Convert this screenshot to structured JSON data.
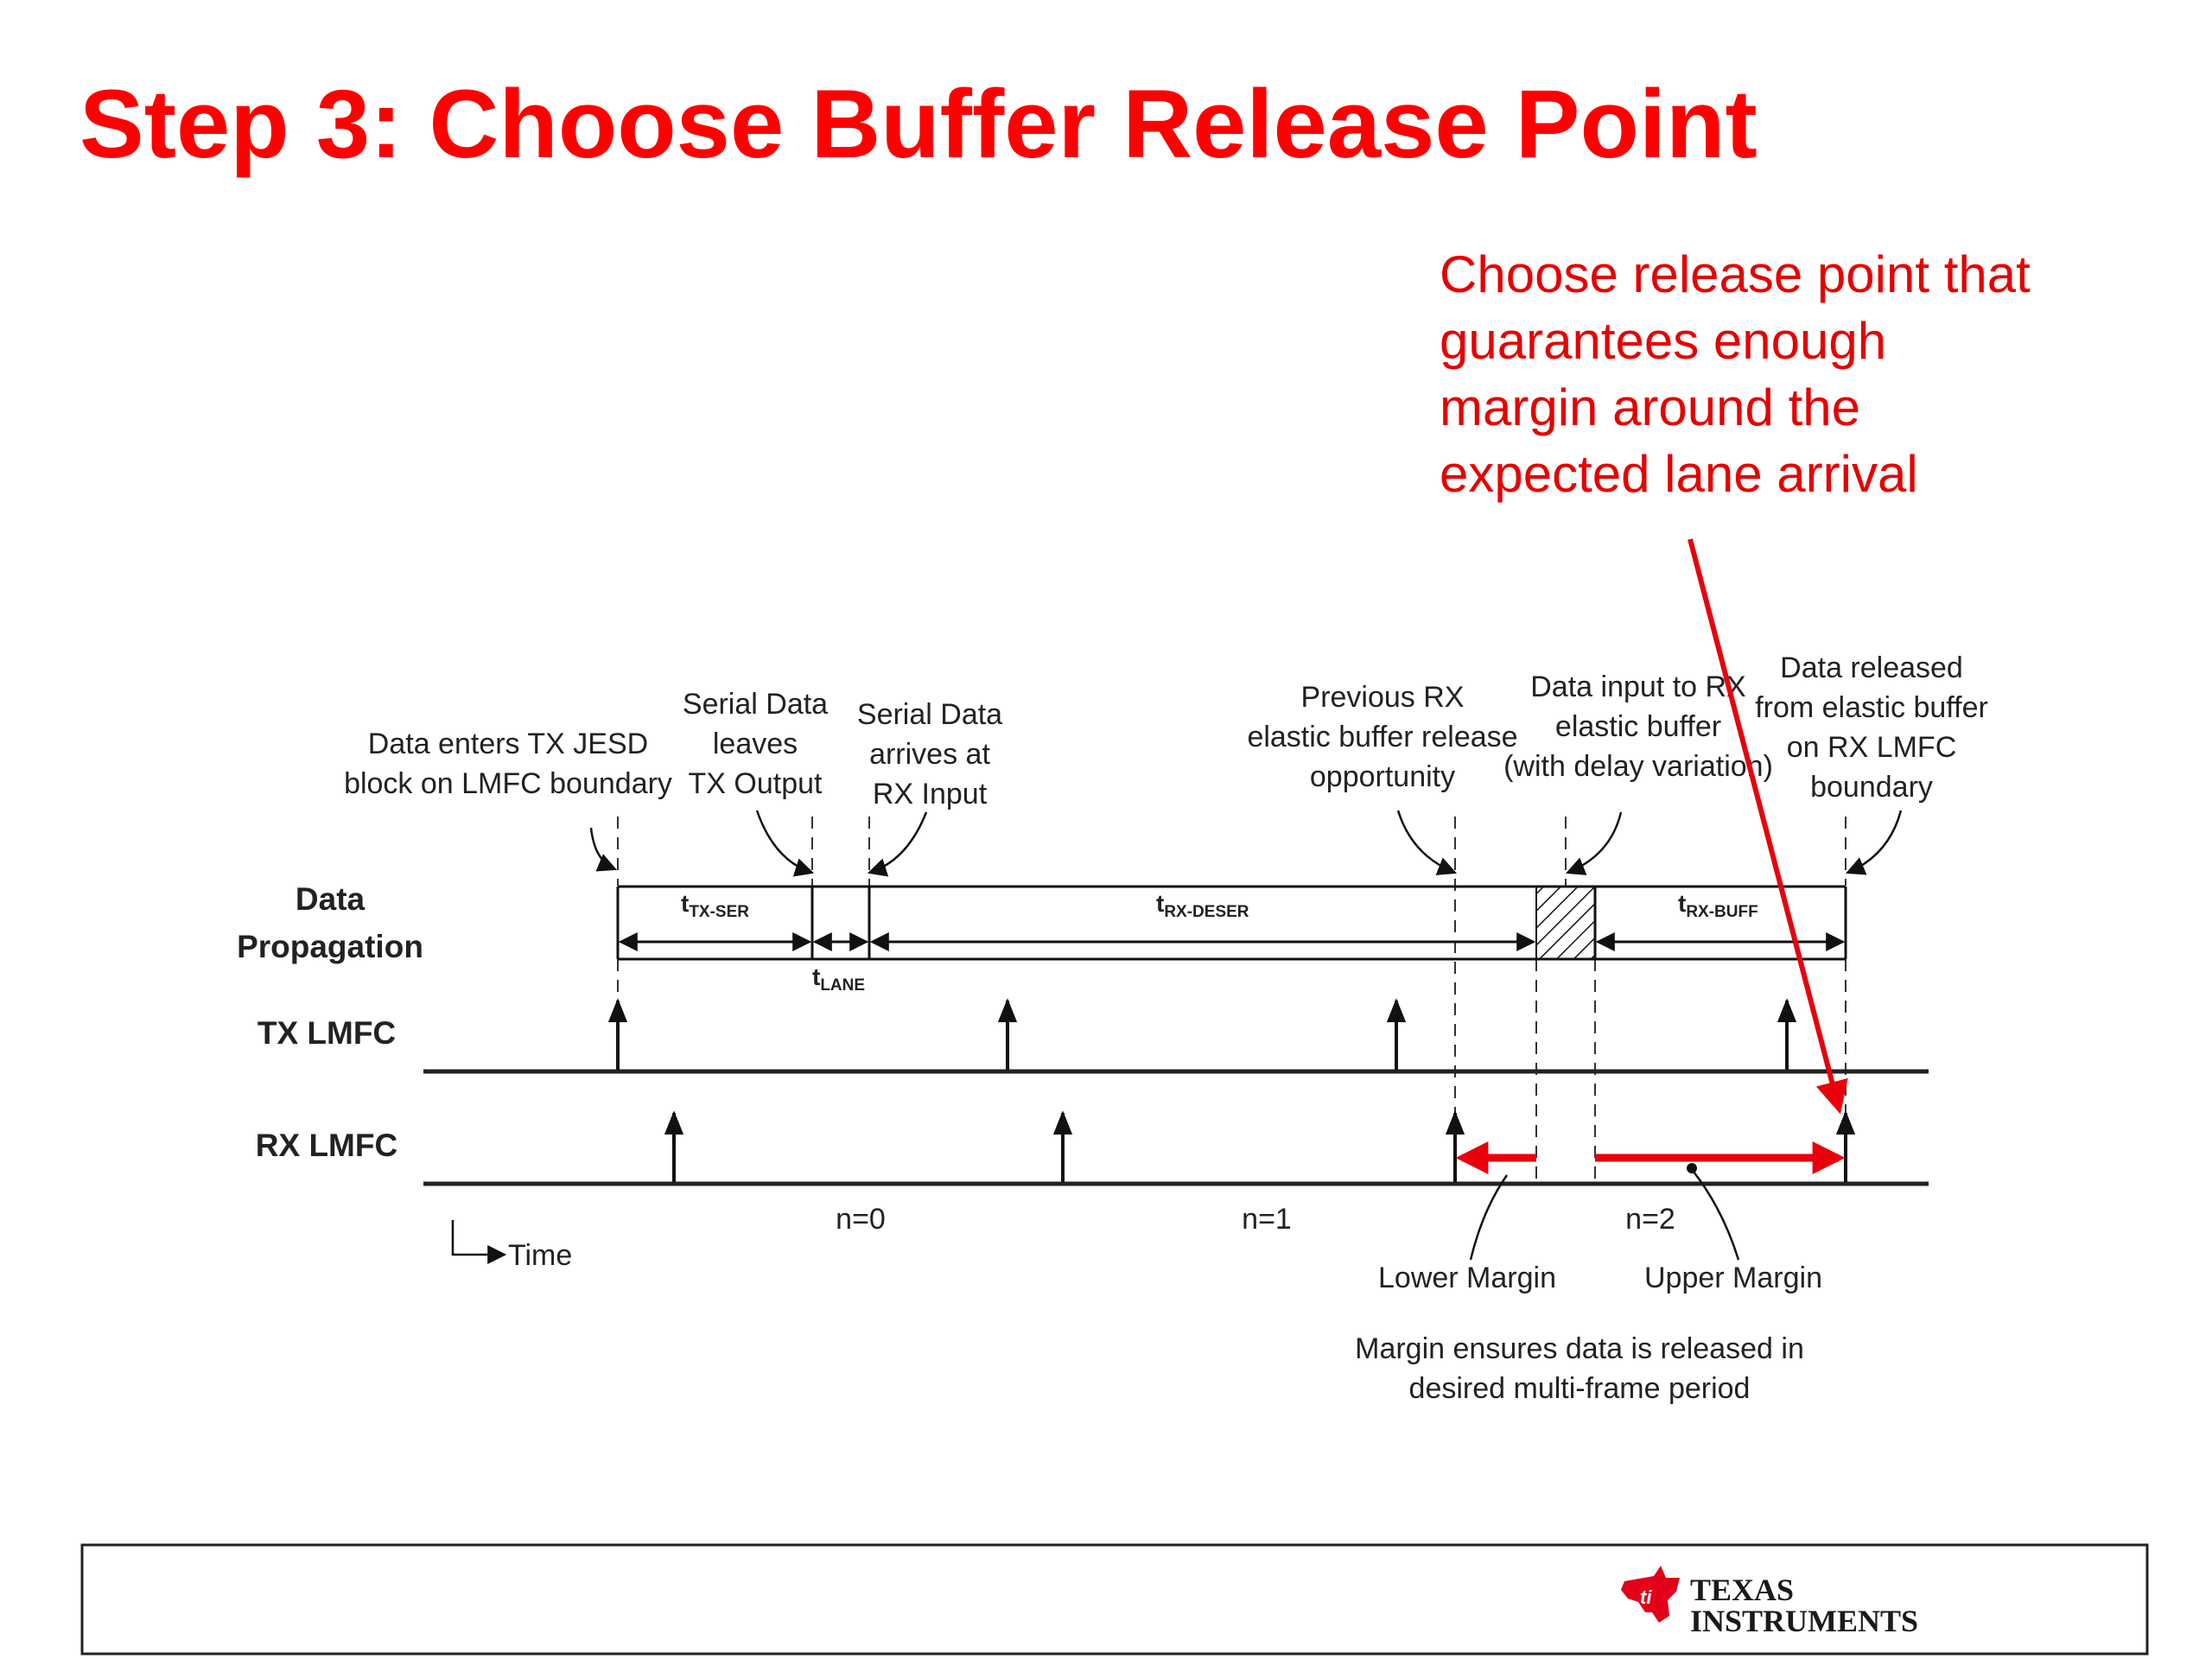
{
  "slide": {
    "title": "Step 3: Choose Buffer Release Point",
    "callout": [
      "Choose release point that",
      "guarantees enough",
      "margin around the",
      "expected lane arrival"
    ]
  },
  "diagram": {
    "annotations": {
      "data_enters": [
        "Data enters TX JESD",
        "block on LMFC boundary"
      ],
      "serial_leaves": [
        "Serial Data",
        "leaves",
        "TX Output"
      ],
      "serial_arrives": [
        "Serial Data",
        "arrives at",
        "RX Input"
      ],
      "previous_rx": [
        "Previous RX",
        "elastic buffer release",
        "opportunity"
      ],
      "data_input": [
        "Data input to RX",
        "elastic buffer",
        "(with delay variation)"
      ],
      "data_released": [
        "Data released",
        "from elastic buffer",
        "on RX LMFC",
        "boundary"
      ]
    },
    "rows": {
      "data_propagation": [
        "Data",
        "Propagation"
      ],
      "tx_lmfc": "TX LMFC",
      "rx_lmfc": "RX LMFC"
    },
    "segments": [
      {
        "main": "t",
        "sub": "TX-SER"
      },
      {
        "main": "t",
        "sub": "LANE"
      },
      {
        "main": "t",
        "sub": "RX-DESER"
      },
      {
        "main": "t",
        "sub": "RX-BUFF"
      }
    ],
    "periods": [
      "n=0",
      "n=1",
      "n=2"
    ],
    "time_label": "Time",
    "margins": {
      "lower": "Lower Margin",
      "upper": "Upper Margin",
      "note": [
        "Margin ensures data is released in",
        "desired multi-frame period"
      ]
    }
  },
  "footer": {
    "logo": {
      "line1": "TEXAS",
      "line2": "INSTRUMENTS"
    }
  },
  "colors": {
    "title": "#ff0000",
    "callout": "#e60000",
    "accent_arrow": "#e8000b"
  }
}
